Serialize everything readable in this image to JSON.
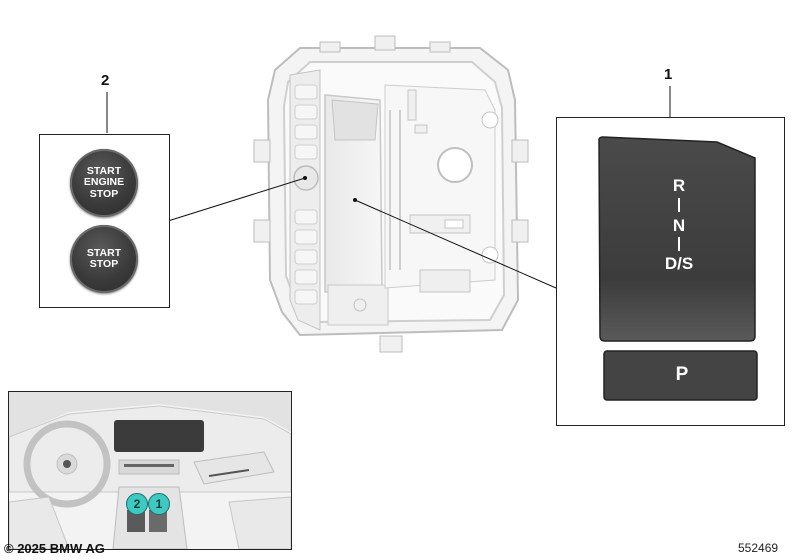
{
  "callouts": {
    "one": "1",
    "two": "2"
  },
  "start_engine_stop_button": {
    "lines": [
      "START",
      "ENGINE",
      "STOP"
    ]
  },
  "start_stop_button": {
    "lines": [
      "START",
      "STOP"
    ]
  },
  "selector": {
    "gears": [
      "R",
      "N",
      "D/S"
    ],
    "park_label": "P"
  },
  "overview_badges": {
    "left": "2",
    "right": "1"
  },
  "footer": {
    "copyright": "© 2025 BMW AG",
    "image_number": "552469"
  },
  "colors": {
    "button_dark": "#3a3a3a",
    "selector_dark": "#3c3c3c",
    "badge_teal": "#3ec9c3",
    "line_art": "#c8c8c8"
  }
}
